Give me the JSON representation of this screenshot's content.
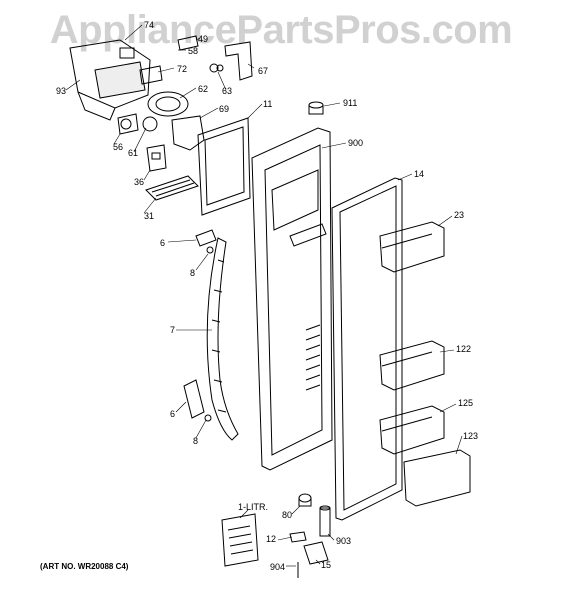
{
  "watermark": "AppliancePartsPros.com",
  "art_number": "(ART NO. WR20088 C4)",
  "callouts": {
    "c74": "74",
    "c58": "58",
    "c49": "49",
    "c72": "72",
    "c93": "93",
    "c62": "62",
    "c63": "63",
    "c67": "67",
    "c911": "911",
    "c69": "69",
    "c11": "11",
    "c56": "56",
    "c61": "61",
    "c900": "900",
    "c36": "36",
    "c31": "31",
    "c14": "14",
    "c23": "23",
    "c6a": "6",
    "c8a": "8",
    "c7": "7",
    "c122": "122",
    "c6b": "6",
    "c125": "125",
    "c8b": "8",
    "c123": "123",
    "c1litr": "1-LITR.",
    "c80": "80",
    "c12": "12",
    "c903": "903",
    "c904": "904",
    "c15": "15"
  }
}
